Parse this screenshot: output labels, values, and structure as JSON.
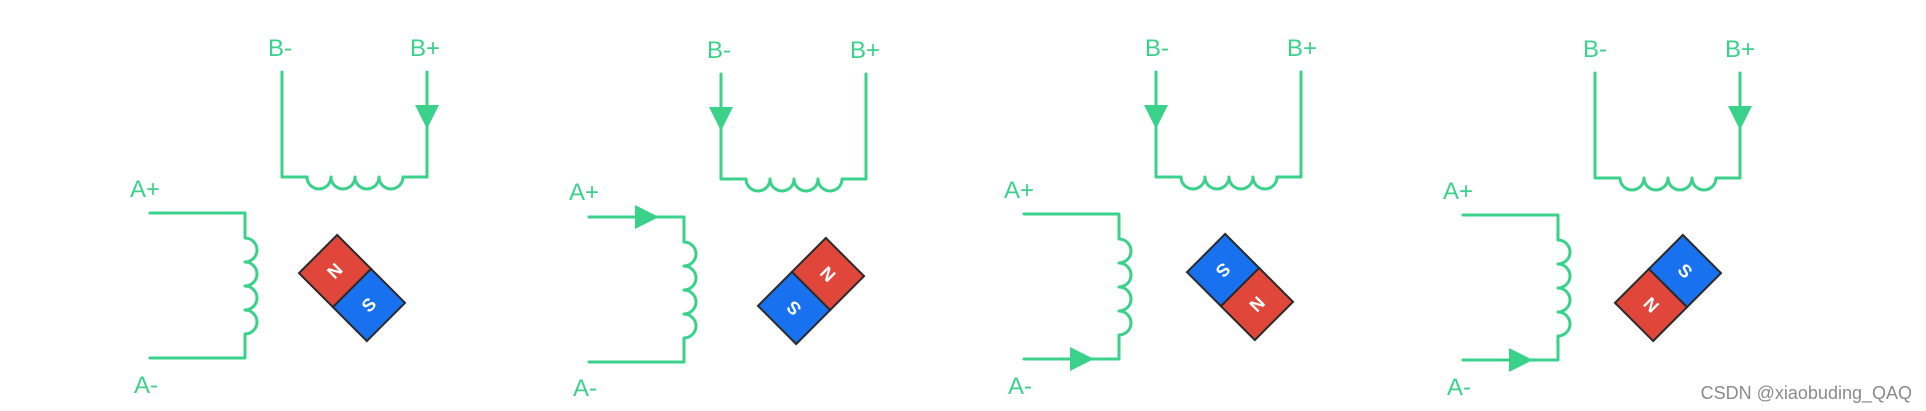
{
  "colors": {
    "wire": "#3ad28a",
    "north": "#e0473a",
    "south": "#1872f0",
    "watermark": "#8a8a8a"
  },
  "labels": {
    "b_minus": "B-",
    "b_plus": "B+",
    "a_plus": "A+",
    "a_minus": "A-",
    "north": "N",
    "south": "S"
  },
  "watermark": "CSDN @xiaobuding_QAQ",
  "steps": [
    {
      "active_lead": "B+",
      "current_direction": "in",
      "magnet_angle_deg": 45
    },
    {
      "active_lead": "A+",
      "current_direction": "in",
      "magnet_angle_deg": 135
    },
    {
      "active_lead": "B-",
      "current_direction": "in",
      "magnet_angle_deg": 225
    },
    {
      "active_lead": "A-",
      "current_direction": "in",
      "magnet_angle_deg": 315
    }
  ]
}
